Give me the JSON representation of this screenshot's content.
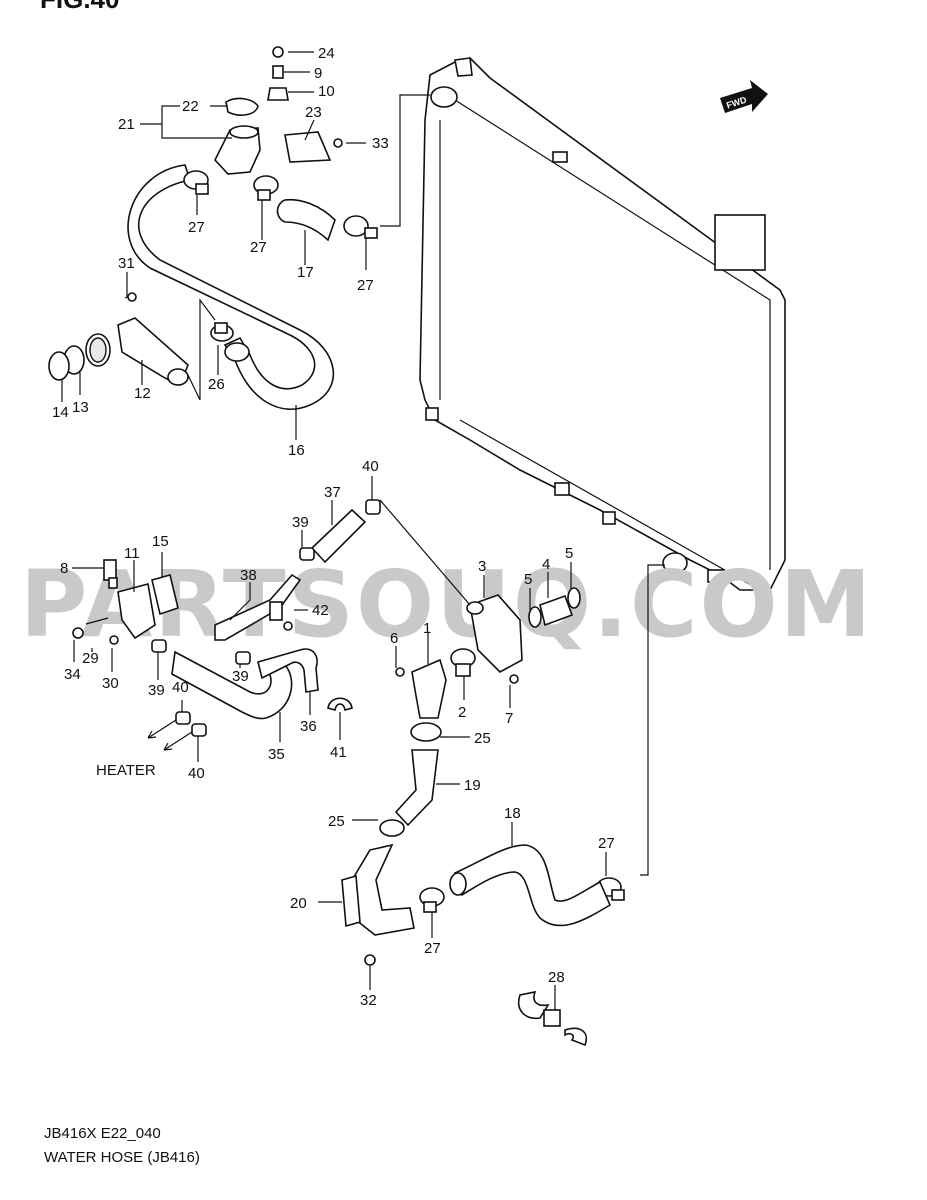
{
  "figure_title": "FIG.40",
  "watermark": "PARTSOUQ.COM",
  "fwd_label": "FWD",
  "heater_label": "HEATER",
  "footer": {
    "code": "JB416X E22_040",
    "title": "WATER HOSE (JB416)"
  },
  "callouts": {
    "c1": "1",
    "c2": "2",
    "c3": "3",
    "c4": "4",
    "c5a": "5",
    "c5b": "5",
    "c6": "6",
    "c7": "7",
    "c8": "8",
    "c9": "9",
    "c10": "10",
    "c11": "11",
    "c12": "12",
    "c13": "13",
    "c14": "14",
    "c15": "15",
    "c16": "16",
    "c17": "17",
    "c18": "18",
    "c19": "19",
    "c20": "20",
    "c21": "21",
    "c22": "22",
    "c23": "23",
    "c24": "24",
    "c25a": "25",
    "c25b": "25",
    "c26": "26",
    "c27a": "27",
    "c27b": "27",
    "c27c": "27",
    "c27d": "27",
    "c27e": "27",
    "c28": "28",
    "c29": "29",
    "c30": "30",
    "c31": "31",
    "c32": "32",
    "c33": "33",
    "c34": "34",
    "c35": "35",
    "c36": "36",
    "c37": "37",
    "c38": "38",
    "c39a": "39",
    "c39b": "39",
    "c39c": "39",
    "c40a": "40",
    "c40b": "40",
    "c40c": "40",
    "c41": "41",
    "c42": "42"
  }
}
